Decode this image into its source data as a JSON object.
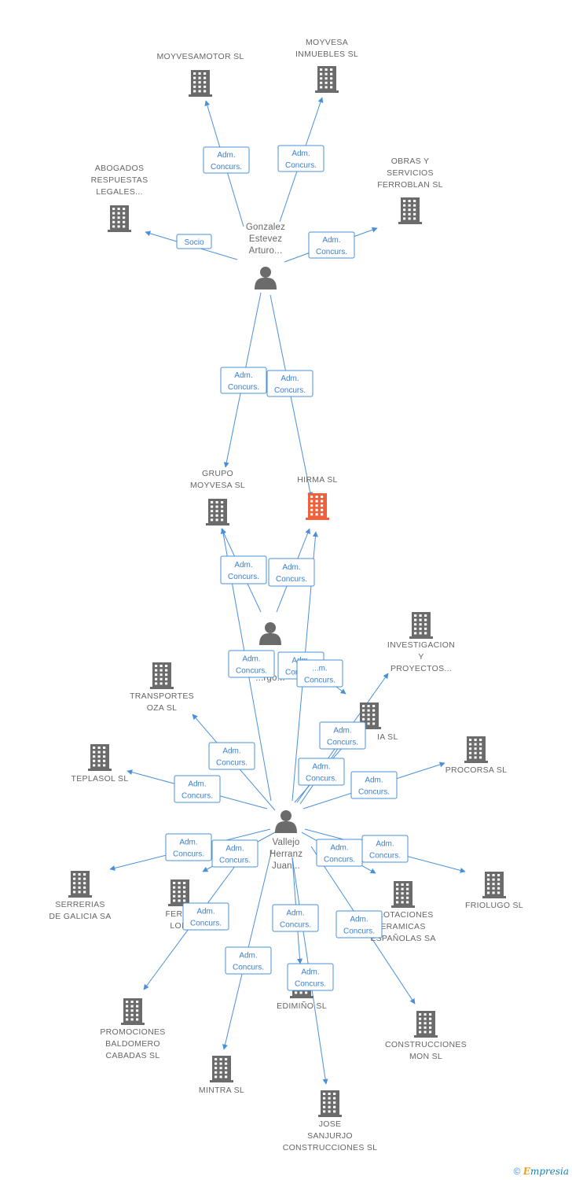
{
  "companies": [
    {
      "id": "moyvesamotor",
      "lines": [
        "MOYVESAMOTOR SL"
      ],
      "highlight": false
    },
    {
      "id": "moyvesa_inmuebles",
      "lines": [
        "MOYVESA",
        "INMUEBLES SL"
      ],
      "highlight": false
    },
    {
      "id": "abogados",
      "lines": [
        "ABOGADOS",
        "RESPUESTAS",
        "LEGALES..."
      ],
      "highlight": false
    },
    {
      "id": "obras",
      "lines": [
        "OBRAS Y",
        "SERVICIOS",
        "FERROBLAN SL"
      ],
      "highlight": false
    },
    {
      "id": "grupo_moyvesa",
      "lines": [
        "GRUPO",
        "MOYVESA SL"
      ],
      "highlight": false
    },
    {
      "id": "hirma",
      "lines": [
        "HIRMA SL"
      ],
      "highlight": true
    },
    {
      "id": "investigacion",
      "lines": [
        "INVESTIGACION",
        "Y",
        "PROYECTOS..."
      ],
      "highlight": false
    },
    {
      "id": "transportes",
      "lines": [
        "TRANSPORTES",
        "OZA SL"
      ],
      "highlight": false
    },
    {
      "id": "ia",
      "lines": [
        "IA SL"
      ],
      "highlight": false
    },
    {
      "id": "teplasol",
      "lines": [
        "TEPLASOL SL"
      ],
      "highlight": false
    },
    {
      "id": "procorsa",
      "lines": [
        "PROCORSA SL"
      ],
      "highlight": false
    },
    {
      "id": "serrerias",
      "lines": [
        "SERRERIAS",
        "DE GALICIA SA"
      ],
      "highlight": false
    },
    {
      "id": "ferra",
      "lines": [
        "FERRA",
        "LOIS"
      ],
      "highlight": false
    },
    {
      "id": "explotaciones",
      "lines": [
        "PLOTACIONES",
        "ERAMICAS",
        "ESPAÑOLAS SA"
      ],
      "highlight": false
    },
    {
      "id": "friolugo",
      "lines": [
        "FRIOLUGO SL"
      ],
      "highlight": false
    },
    {
      "id": "promociones",
      "lines": [
        "PROMOCIONES",
        "BALDOMERO",
        "CABADAS SL"
      ],
      "highlight": false
    },
    {
      "id": "edimino",
      "lines": [
        "EDIMIÑO SL"
      ],
      "highlight": false
    },
    {
      "id": "construcciones_mon",
      "lines": [
        "CONSTRUCCIONES",
        "MON SL"
      ],
      "highlight": false
    },
    {
      "id": "mintra",
      "lines": [
        "MINTRA SL"
      ],
      "highlight": false
    },
    {
      "id": "jose",
      "lines": [
        "JOSE",
        "SANJURJO",
        "CONSTRUCCIONES SL"
      ],
      "highlight": false
    }
  ],
  "persons": [
    {
      "id": "gonzalez",
      "lines": [
        "Gonzalez",
        "Estevez",
        "Arturo..."
      ]
    },
    {
      "id": "middle",
      "lines": [
        "...",
        "...rgo..."
      ]
    },
    {
      "id": "vallejo",
      "lines": [
        "Vallejo",
        "Herranz",
        "Juan..."
      ]
    }
  ],
  "relations": [
    {
      "lines": [
        "Adm.",
        "Concurs."
      ]
    },
    {
      "lines": [
        "Adm.",
        "Concurs."
      ]
    },
    {
      "lines": [
        "Socio"
      ]
    },
    {
      "lines": [
        "Adm.",
        "Concurs."
      ]
    },
    {
      "lines": [
        "Adm.",
        "Concurs."
      ]
    },
    {
      "lines": [
        "Adm.",
        "Concurs."
      ]
    },
    {
      "lines": [
        "Adm.",
        "Concurs."
      ]
    },
    {
      "lines": [
        "Adm.",
        "Concurs."
      ]
    },
    {
      "lines": [
        "Adm.",
        "Concurs."
      ]
    },
    {
      "lines": [
        "Adm.",
        "Concurs."
      ]
    },
    {
      "lines": [
        "...m.",
        "Concurs."
      ]
    },
    {
      "lines": [
        "Adm.",
        "Concurs."
      ]
    },
    {
      "lines": [
        "Adm.",
        "Concurs."
      ]
    },
    {
      "lines": [
        "Adm.",
        "Concurs."
      ]
    },
    {
      "lines": [
        "Adm.",
        "Concurs."
      ]
    },
    {
      "lines": [
        "Adm.",
        "Concurs."
      ]
    },
    {
      "lines": [
        "Adm.",
        "Concurs."
      ]
    },
    {
      "lines": [
        "Adm.",
        "Concurs."
      ]
    },
    {
      "lines": [
        "Adm.",
        "Concurs."
      ]
    },
    {
      "lines": [
        "Adm.",
        "Concurs."
      ]
    },
    {
      "lines": [
        "Adm.",
        "Concurs."
      ]
    },
    {
      "lines": [
        "Adm.",
        "Concurs."
      ]
    },
    {
      "lines": [
        "Adm.",
        "Concurs."
      ]
    },
    {
      "lines": [
        "Adm.",
        "Concurs."
      ]
    },
    {
      "lines": [
        "Adm.",
        "Concurs."
      ]
    }
  ],
  "colors": {
    "building": "#6b6b6b",
    "highlight": "#f0603a",
    "person": "#6b6b6b",
    "edge": "#4a90d9"
  },
  "footer": {
    "copyright": "©",
    "brand_initial": "E",
    "brand_rest": "mpresia"
  }
}
